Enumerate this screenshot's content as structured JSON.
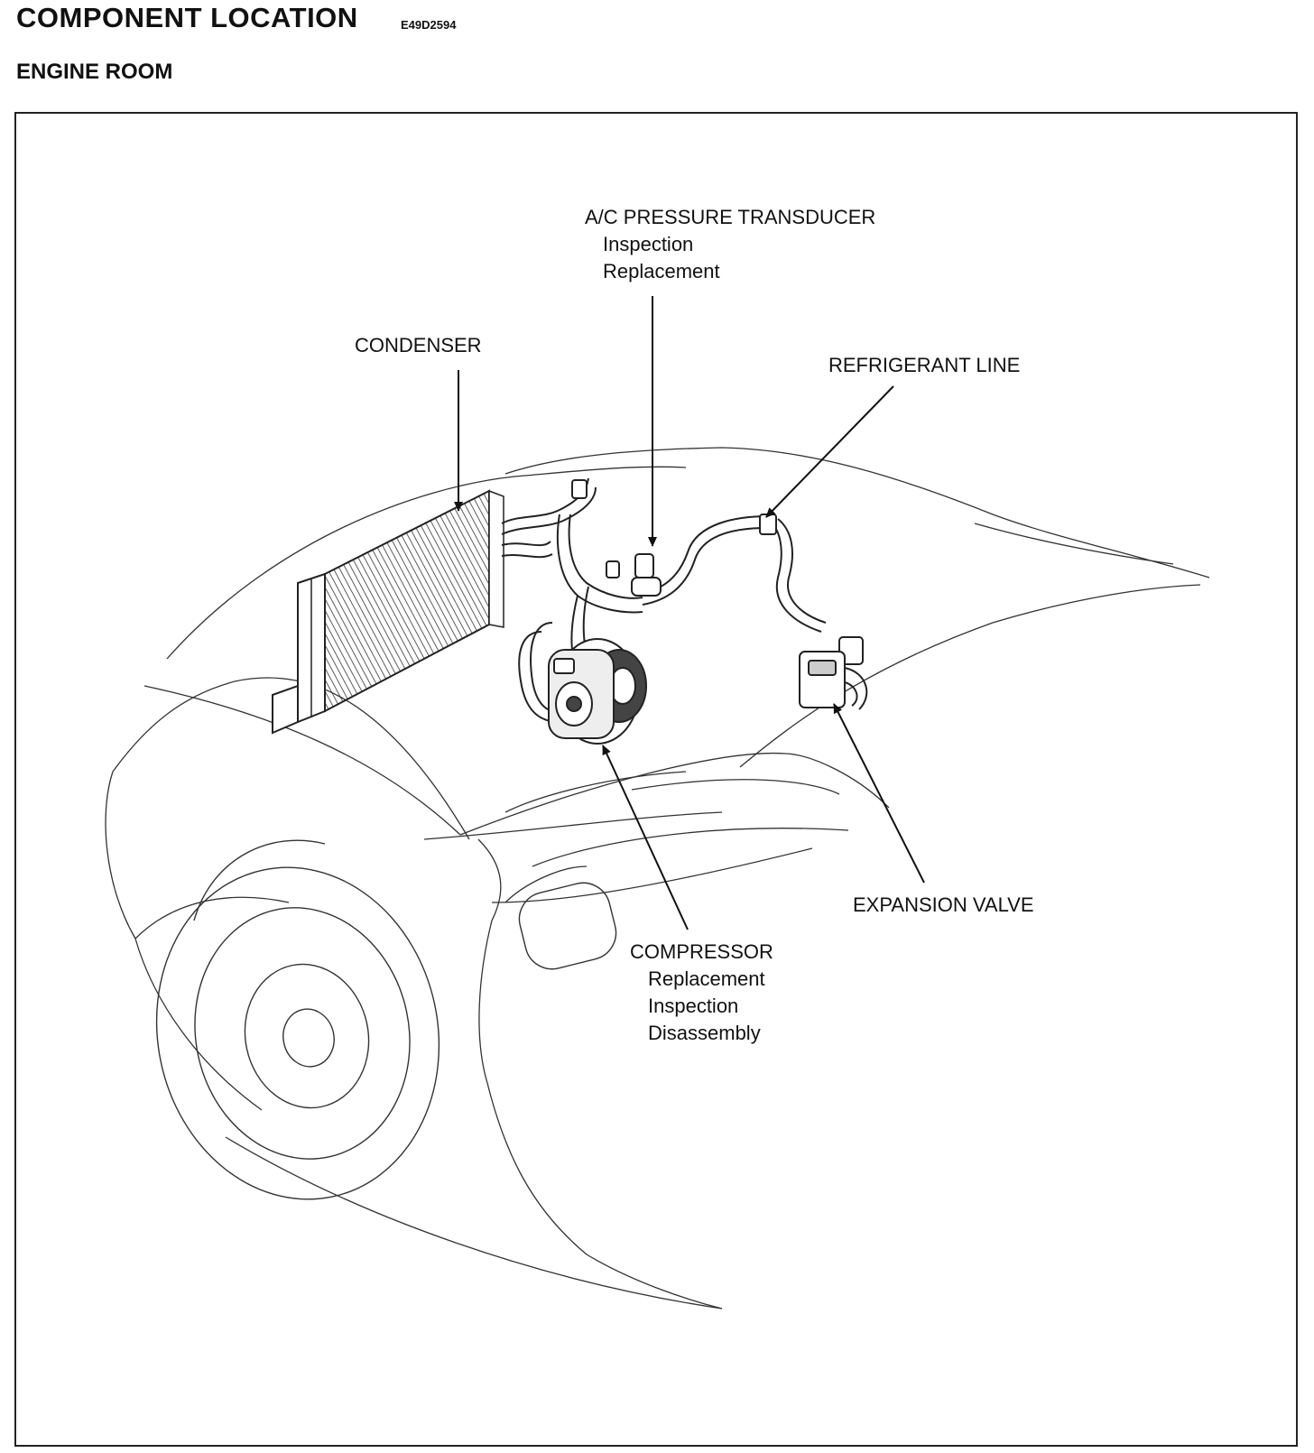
{
  "header": {
    "title": "COMPONENT  LOCATION",
    "code": "E49D2594",
    "subtitle": "ENGINE ROOM"
  },
  "components": {
    "pressure_transducer": {
      "name": "A/C PRESSURE TRANSDUCER",
      "procedures": [
        "Inspection",
        "Replacement"
      ]
    },
    "condenser": {
      "name": "CONDENSER"
    },
    "refrigerant_line": {
      "name": "REFRIGERANT LINE"
    },
    "expansion_valve": {
      "name": "EXPANSION VALVE"
    },
    "compressor": {
      "name": "COMPRESSOR",
      "procedures": [
        "Replacement",
        "Inspection",
        "Disassembly"
      ]
    }
  },
  "icons": {
    "car_outline": "car-body-outline-icon",
    "condenser": "condenser-icon",
    "compressor": "compressor-icon",
    "expansion_valve": "expansion-valve-icon",
    "pressure_transducer": "pressure-transducer-icon"
  },
  "colors": {
    "line": "#222222",
    "background": "#ffffff"
  }
}
